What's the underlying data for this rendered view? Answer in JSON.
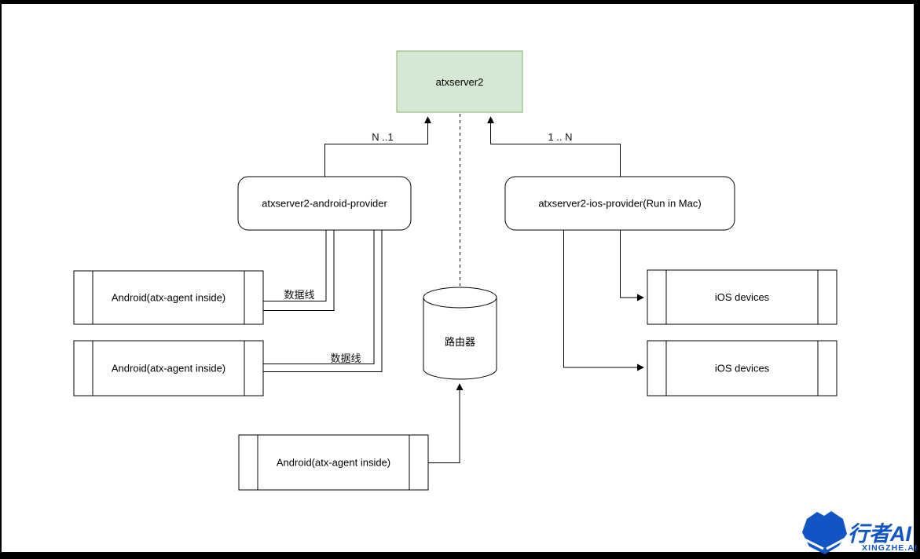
{
  "frame": {
    "border_color": "#000000",
    "canvas_color": "#ffffff"
  },
  "diagram": {
    "nodes": {
      "server": {
        "label": "atxserver2",
        "fill": "#d5e8d4",
        "stroke": "#82b366"
      },
      "android_provider": {
        "label": "atxserver2-android-provider"
      },
      "ios_provider": {
        "label": "atxserver2-ios-provider(Run in Mac)"
      },
      "android_device_top": {
        "label": "Android(atx-agent inside)"
      },
      "android_device_middle": {
        "label": "Android(atx-agent inside)"
      },
      "android_device_bottom": {
        "label": "Android(atx-agent inside)"
      },
      "ios_device_top": {
        "label": "iOS devices"
      },
      "ios_device_bottom": {
        "label": "iOS devices"
      },
      "router": {
        "label": "路由器"
      }
    },
    "edge_labels": {
      "android_cardinality": "N ..1",
      "ios_cardinality": "1 .. N",
      "usb_cable_top": "数据线",
      "usb_cable_middle": "数据线"
    }
  },
  "watermark": {
    "brand": "行者AI",
    "site": "XINGZHE.AI",
    "color": "#1154c4"
  }
}
